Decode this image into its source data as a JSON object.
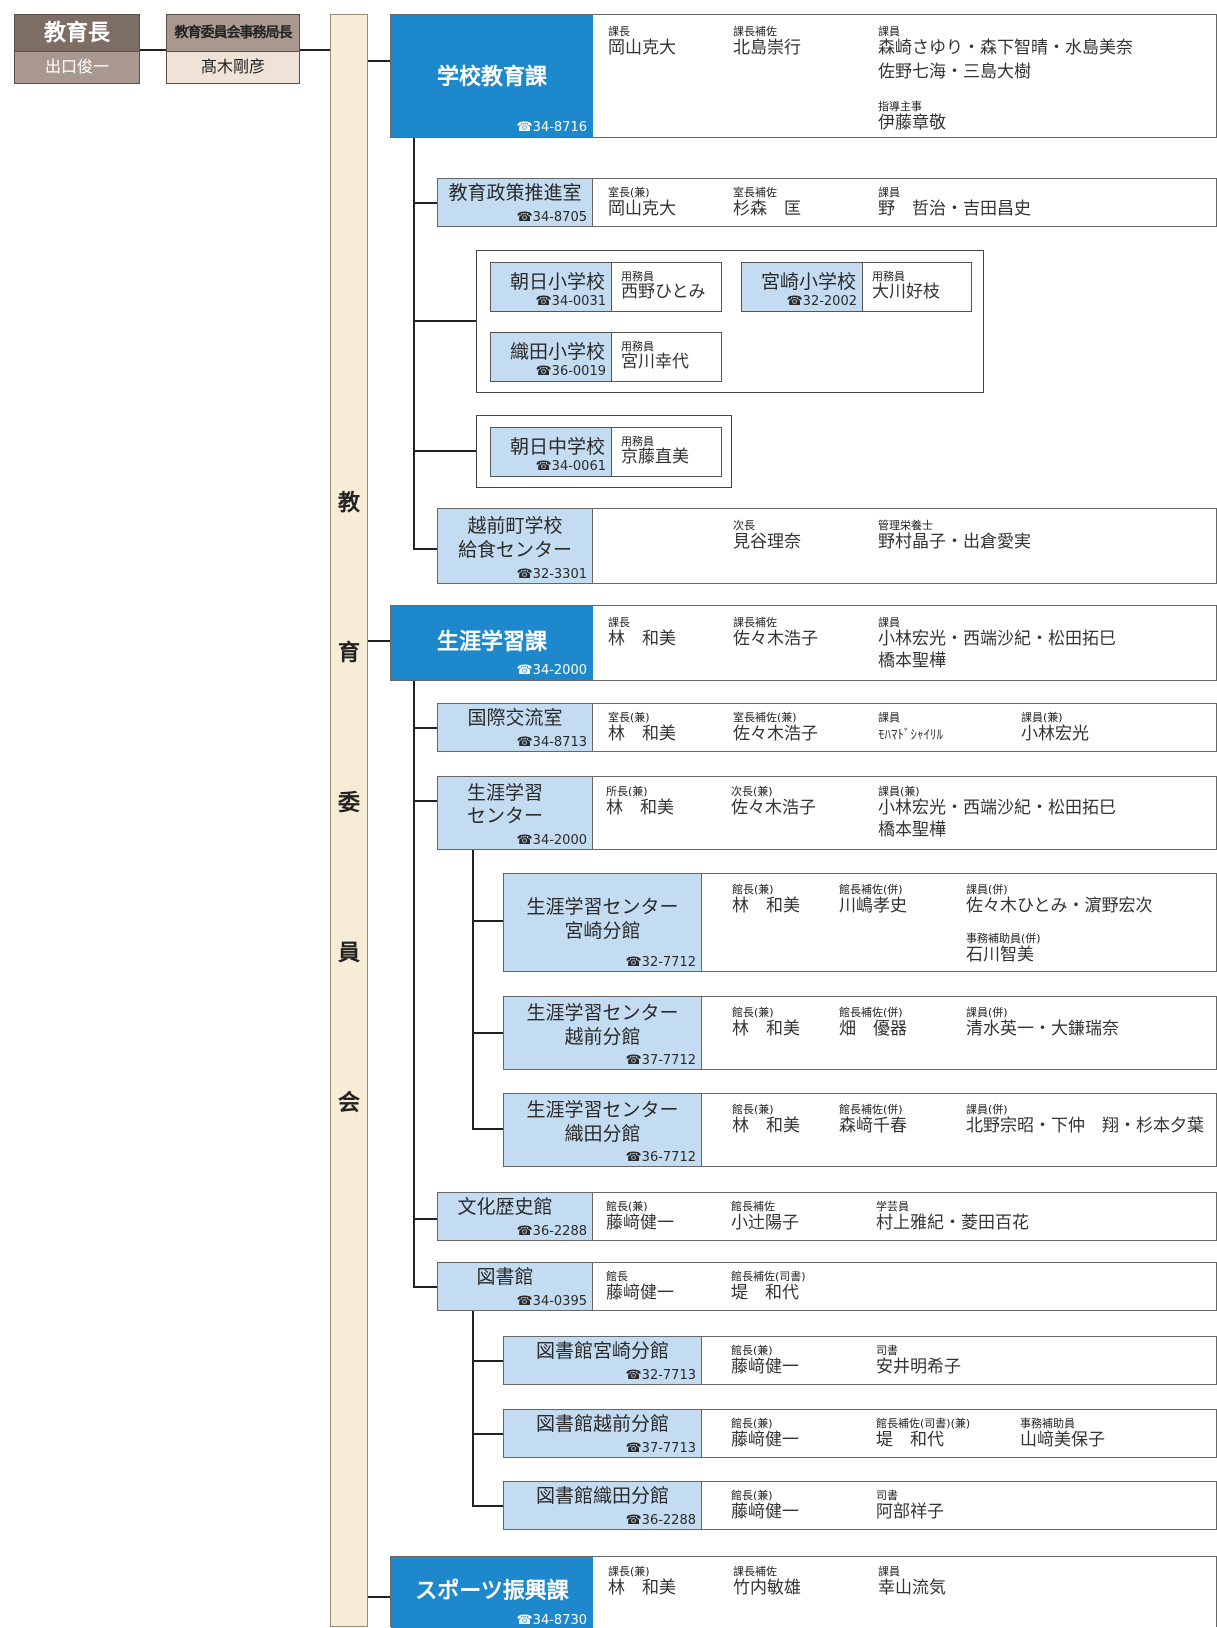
{
  "leader": {
    "title": "教育長",
    "name": "出口俊一"
  },
  "secretary": {
    "title": "教育委員会事務局長",
    "name": "髙木剛彦"
  },
  "board": {
    "chars": [
      "教",
      "育",
      "委",
      "員",
      "会"
    ]
  },
  "schools_dept": {
    "name": "学校教育課",
    "tel": "☎34-8716",
    "roles": [
      "課長",
      "課長補佐",
      "課員",
      "指導主事"
    ],
    "people": [
      "岡山克大",
      "北島崇行",
      "森崎さゆり・森下智晴・水島美奈",
      "佐野七海・三島大樹",
      "伊藤章敬"
    ]
  },
  "policy_office": {
    "name": "教育政策推進室",
    "tel": "☎34-8705",
    "roles": [
      "室長(兼)",
      "室長補佐",
      "課員"
    ],
    "people": [
      "岡山克大",
      "杉森　匡",
      "野　哲治・吉田昌史"
    ]
  },
  "schools": [
    {
      "name": "朝日小学校",
      "tel": "☎34-0031",
      "role": "用務員",
      "person": "西野ひとみ"
    },
    {
      "name": "宮崎小学校",
      "tel": "☎32-2002",
      "role": "用務員",
      "person": "大川好枝"
    },
    {
      "name": "織田小学校",
      "tel": "☎36-0019",
      "role": "用務員",
      "person": "宮川幸代"
    },
    {
      "name": "朝日中学校",
      "tel": "☎34-0061",
      "role": "用務員",
      "person": "京藤直美"
    }
  ],
  "lunch_center": {
    "name1": "越前町学校",
    "name2": "給食センター",
    "tel": "☎32-3301",
    "roles": [
      "次長",
      "管理栄養士"
    ],
    "people": [
      "見谷理奈",
      "野村晶子・出倉愛実"
    ]
  },
  "lifelong_dept": {
    "name": "生涯学習課",
    "tel": "☎34-2000",
    "roles": [
      "課長",
      "課長補佐",
      "課員"
    ],
    "people": [
      "林　和美",
      "佐々木浩子",
      "小林宏光・西端沙紀・松田拓巳",
      "橋本聖樺"
    ]
  },
  "intl_office": {
    "name": "国際交流室",
    "tel": "☎34-8713",
    "roles": [
      "室長(兼)",
      "室長補佐(兼)",
      "課員",
      "課員(兼)"
    ],
    "people": [
      "林　和美",
      "佐々木浩子",
      "ﾓﾊﾏﾄﾞｼｬｲﾘﾙ",
      "小林宏光"
    ]
  },
  "ll_center": {
    "name1": "生涯学習",
    "name2": "センター",
    "tel": "☎34-2000",
    "roles": [
      "所長(兼)",
      "次長(兼)",
      "課員(兼)"
    ],
    "people": [
      "林　和美",
      "佐々木浩子",
      "小林宏光・西端沙紀・松田拓巳",
      "橋本聖樺"
    ]
  },
  "branches": [
    {
      "name1": "生涯学習センター",
      "name2": "宮崎分館",
      "tel": "☎32-7712",
      "roles": [
        "館長(兼)",
        "館長補佐(併)",
        "課員(併)",
        "事務補助員(併)"
      ],
      "people": [
        "林　和美",
        "川嶋孝史",
        "佐々木ひとみ・濵野宏次",
        "石川智美"
      ]
    },
    {
      "name1": "生涯学習センター",
      "name2": "越前分館",
      "tel": "☎37-7712",
      "roles": [
        "館長(兼)",
        "館長補佐(併)",
        "課員(併)"
      ],
      "people": [
        "林　和美",
        "畑　優器",
        "清水英一・大鎌瑞奈"
      ]
    },
    {
      "name1": "生涯学習センター",
      "name2": "織田分館",
      "tel": "☎36-7712",
      "roles": [
        "館長(兼)",
        "館長補佐(併)",
        "課員(併)"
      ],
      "people": [
        "林　和美",
        "森﨑千春",
        "北野宗昭・下仲　翔・杉本夕葉"
      ]
    }
  ],
  "museum": {
    "name": "文化歴史館",
    "tel": "☎36-2288",
    "roles": [
      "館長(兼)",
      "館長補佐",
      "学芸員"
    ],
    "people": [
      "藤﨑健一",
      "小辻陽子",
      "村上雅紀・菱田百花"
    ]
  },
  "library": {
    "name": "図書館",
    "tel": "☎34-0395",
    "roles": [
      "館長",
      "館長補佐(司書)"
    ],
    "people": [
      "藤﨑健一",
      "堤　和代"
    ]
  },
  "lib_branches": [
    {
      "name": "図書館宮崎分館",
      "tel": "☎32-7713",
      "roles": [
        "館長(兼)",
        "司書"
      ],
      "people": [
        "藤﨑健一",
        "安井明希子"
      ]
    },
    {
      "name": "図書館越前分館",
      "tel": "☎37-7713",
      "roles": [
        "館長(兼)",
        "館長補佐(司書)(兼)",
        "事務補助員"
      ],
      "people": [
        "藤﨑健一",
        "堤　和代",
        "山﨑美保子"
      ]
    },
    {
      "name": "図書館織田分館",
      "tel": "☎36-2288",
      "roles": [
        "館長(兼)",
        "司書"
      ],
      "people": [
        "藤﨑健一",
        "阿部祥子"
      ]
    }
  ],
  "sports_dept": {
    "name": "スポーツ振興課",
    "tel": "☎34-8730",
    "roles": [
      "課長(兼)",
      "課長補佐",
      "課員"
    ],
    "people": [
      "林　和美",
      "竹内敏雄",
      "幸山流気"
    ]
  }
}
